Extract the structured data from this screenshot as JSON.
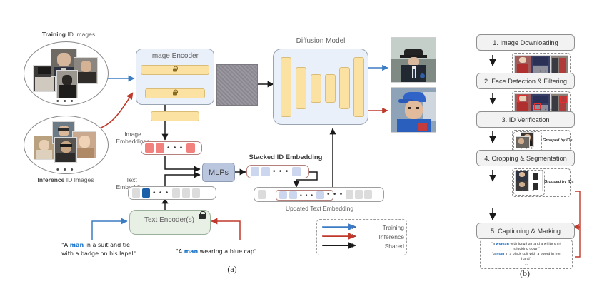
{
  "figure": {
    "subcaption_a": "(a)",
    "subcaption_b": "(b)"
  },
  "panel_a": {
    "training_set_label_bold": "Training",
    "training_set_label_rest": " ID Images",
    "inference_set_label_bold": "Inference",
    "inference_set_label_rest": " ID Images",
    "ellipsis": "• • •",
    "image_encoder_title": "Image Encoder",
    "diffusion_model_title": "Diffusion Model",
    "text_encoder_title": "Text Encoder(s)",
    "mlps_label": "MLPs",
    "image_embeddings_label_line1": "Image",
    "image_embeddings_label_line2": "Embeddings",
    "text_embedding_label_line1": "Text",
    "text_embedding_label_line2": "Embedding",
    "stacked_id_embedding_label": "Stacked ID Embedding",
    "updated_text_embedding_label": "Updated Text Embedding",
    "training_prompt_line1_pre": "\"A ",
    "training_prompt_keyword": "man",
    "training_prompt_line1_post": " in a suit and tie",
    "training_prompt_line2": "with a badge on his lapel\"",
    "inference_prompt_pre": "\"A ",
    "inference_prompt_keyword": "man",
    "inference_prompt_post": " wearing a blue cap\"",
    "legend": [
      {
        "name": "Training",
        "color": "#3b7cc4"
      },
      {
        "name": "Inference",
        "color": "#c0392b"
      },
      {
        "name": "Shared",
        "color": "#1a1a1a"
      }
    ],
    "token_dots": "• • •"
  },
  "panel_b": {
    "steps": [
      {
        "index": "1.",
        "label": "1. Image Downloading"
      },
      {
        "index": "2.",
        "label": "2. Face Detection & Filtering"
      },
      {
        "index": "3.",
        "label": "3. ID Verification"
      },
      {
        "index": "4.",
        "label": "4. Cropping & Segmentation"
      },
      {
        "index": "5.",
        "label": "5. Captioning & Marking"
      }
    ],
    "grouped_by_ids_label": "Grouped by IDs",
    "ellipsis": "• • •",
    "caption_examples": {
      "line1_pre": "\"a ",
      "line1_keyword": "woman",
      "line1_post": " with long hair and a white shirt",
      "line2": "is looking down\"",
      "line3_pre": "\"a ",
      "line3_keyword": "man",
      "line3_post": " in a black suit with a sword in her",
      "line4": "hand\"",
      "line5": "..."
    }
  },
  "colors": {
    "training_arrow": "#3b7cc4",
    "inference_arrow": "#c0392b",
    "shared_arrow": "#1a1a1a",
    "yellow_bar": "#fbe2a2",
    "module_fill": "#e9f0f9",
    "text_encoder_fill": "#e8f0e5",
    "red_token": "#f2807c",
    "lavender_token": "#ccd6ef",
    "blue_token": "#1a5fa8",
    "grey_token": "#dcdcdc"
  }
}
